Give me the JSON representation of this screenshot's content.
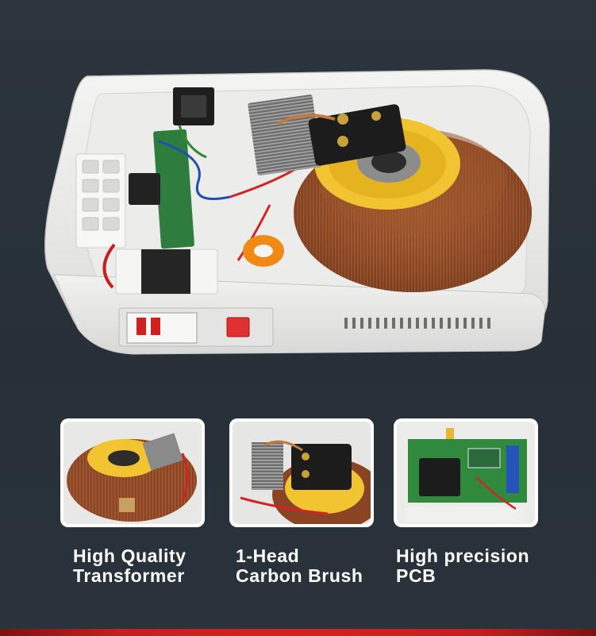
{
  "features": [
    {
      "line1": "High Quality",
      "line2": "Transformer",
      "image": "toroidal-transformer-photo"
    },
    {
      "line1": "1-Head",
      "line2": "Carbon Brush",
      "image": "carbon-brush-photo"
    },
    {
      "line1": "High precision",
      "line2": "PCB",
      "image": "control-pcb-photo"
    }
  ],
  "colors": {
    "background": "#2a333b",
    "caption_text": "#ffffff",
    "accent_bar": "#c81e1e",
    "copper": "#8a4a2a",
    "yellow_disc": "#f2c431"
  },
  "hero_image": "voltage-stabilizer-open-case-photo"
}
